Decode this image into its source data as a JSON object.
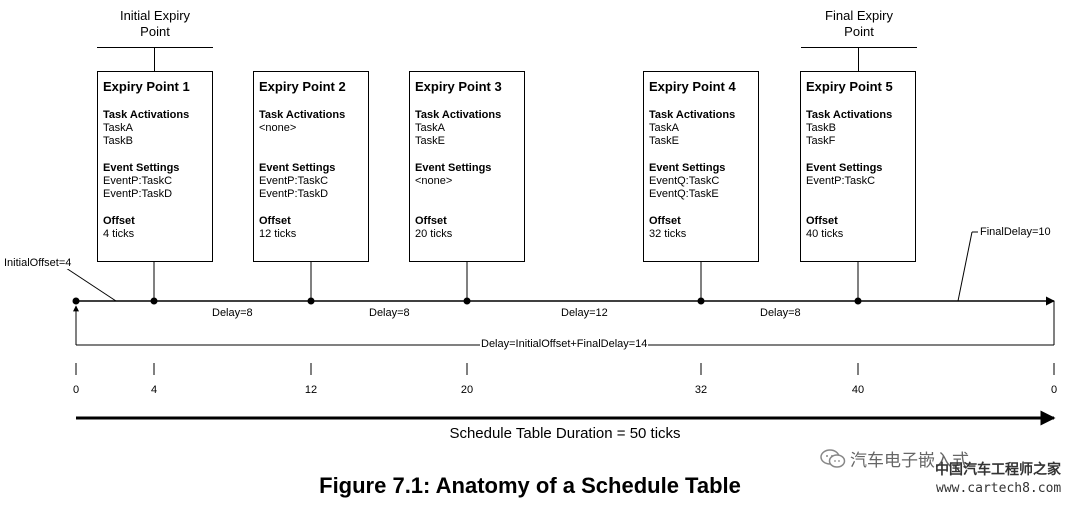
{
  "headers": {
    "initial": [
      "Initial Expiry",
      "Point"
    ],
    "final": [
      "Final Expiry",
      "Point"
    ]
  },
  "expiry_points": [
    {
      "title": "Expiry Point 1",
      "task_label": "Task Activations",
      "tasks": [
        "TaskA",
        "TaskB"
      ],
      "event_label": "Event Settings",
      "events": [
        "EventP:TaskC",
        "EventP:TaskD"
      ],
      "offset_label": "Offset",
      "offset": "4 ticks"
    },
    {
      "title": "Expiry Point 2",
      "task_label": "Task Activations",
      "tasks": [
        "<none>"
      ],
      "event_label": "Event Settings",
      "events": [
        "EventP:TaskC",
        "EventP:TaskD"
      ],
      "offset_label": "Offset",
      "offset": "12 ticks"
    },
    {
      "title": "Expiry Point 3",
      "task_label": "Task Activations",
      "tasks": [
        "TaskA",
        "TaskE"
      ],
      "event_label": "Event Settings",
      "events": [
        "<none>"
      ],
      "offset_label": "Offset",
      "offset": "20 ticks"
    },
    {
      "title": "Expiry Point 4",
      "task_label": "Task Activations",
      "tasks": [
        "TaskA",
        "TaskE"
      ],
      "event_label": "Event Settings",
      "events": [
        "EventQ:TaskC",
        "EventQ:TaskE"
      ],
      "offset_label": "Offset",
      "offset": "32 ticks"
    },
    {
      "title": "Expiry Point 5",
      "task_label": "Task Activations",
      "tasks": [
        "TaskB",
        "TaskF"
      ],
      "event_label": "Event Settings",
      "events": [
        "EventP:TaskC"
      ],
      "offset_label": "Offset",
      "offset": "40 ticks"
    }
  ],
  "labels": {
    "initial_offset": "InitialOffset=4",
    "final_delay": "FinalDelay=10",
    "delays": [
      "Delay=8",
      "Delay=8",
      "Delay=12",
      "Delay=8"
    ],
    "loop_delay": "Delay=InitialOffset+FinalDelay=14"
  },
  "ticks": [
    "0",
    "4",
    "12",
    "20",
    "32",
    "40",
    "0"
  ],
  "duration": "Schedule Table Duration = 50 ticks",
  "caption": "Figure 7.1: Anatomy of a Schedule Table",
  "watermark": {
    "account": "汽车电子嵌入式",
    "site_name": "中国汽车工程师之家",
    "url": "www.cartech8.com"
  }
}
